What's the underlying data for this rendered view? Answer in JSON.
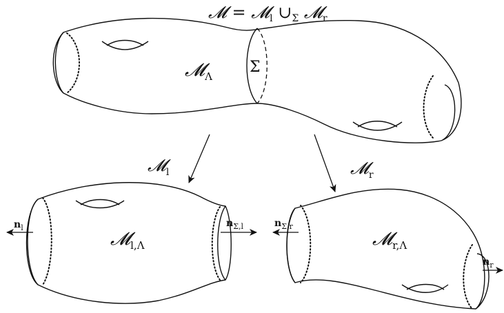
{
  "diagram": {
    "top": {
      "equation": {
        "lhs": "𝓜",
        "eq": " = ",
        "m1": "𝓜",
        "sub1": "l",
        "cup": " ∪",
        "cupsub": "Σ",
        "m2": " 𝓜",
        "sub2": "r"
      },
      "interior_label": {
        "main": "𝓜",
        "sub": "Λ"
      },
      "cut_label": "Σ"
    },
    "arrows": {
      "left_label": {
        "main": "𝓜",
        "sub": "l"
      },
      "right_label": {
        "main": "𝓜",
        "sub": "r"
      }
    },
    "left_piece": {
      "interior_label": {
        "main": "𝓜",
        "sub": "l,Λ"
      },
      "normal_left": {
        "main": "n",
        "sub": "l"
      },
      "normal_right": {
        "main": "n",
        "sub": "Σ,l"
      }
    },
    "right_piece": {
      "interior_label": {
        "main": "𝓜",
        "sub": "r,Λ"
      },
      "normal_left": {
        "main": "n",
        "sub": "Σ,r"
      },
      "normal_right": {
        "main": "n",
        "sub": "r"
      }
    }
  }
}
